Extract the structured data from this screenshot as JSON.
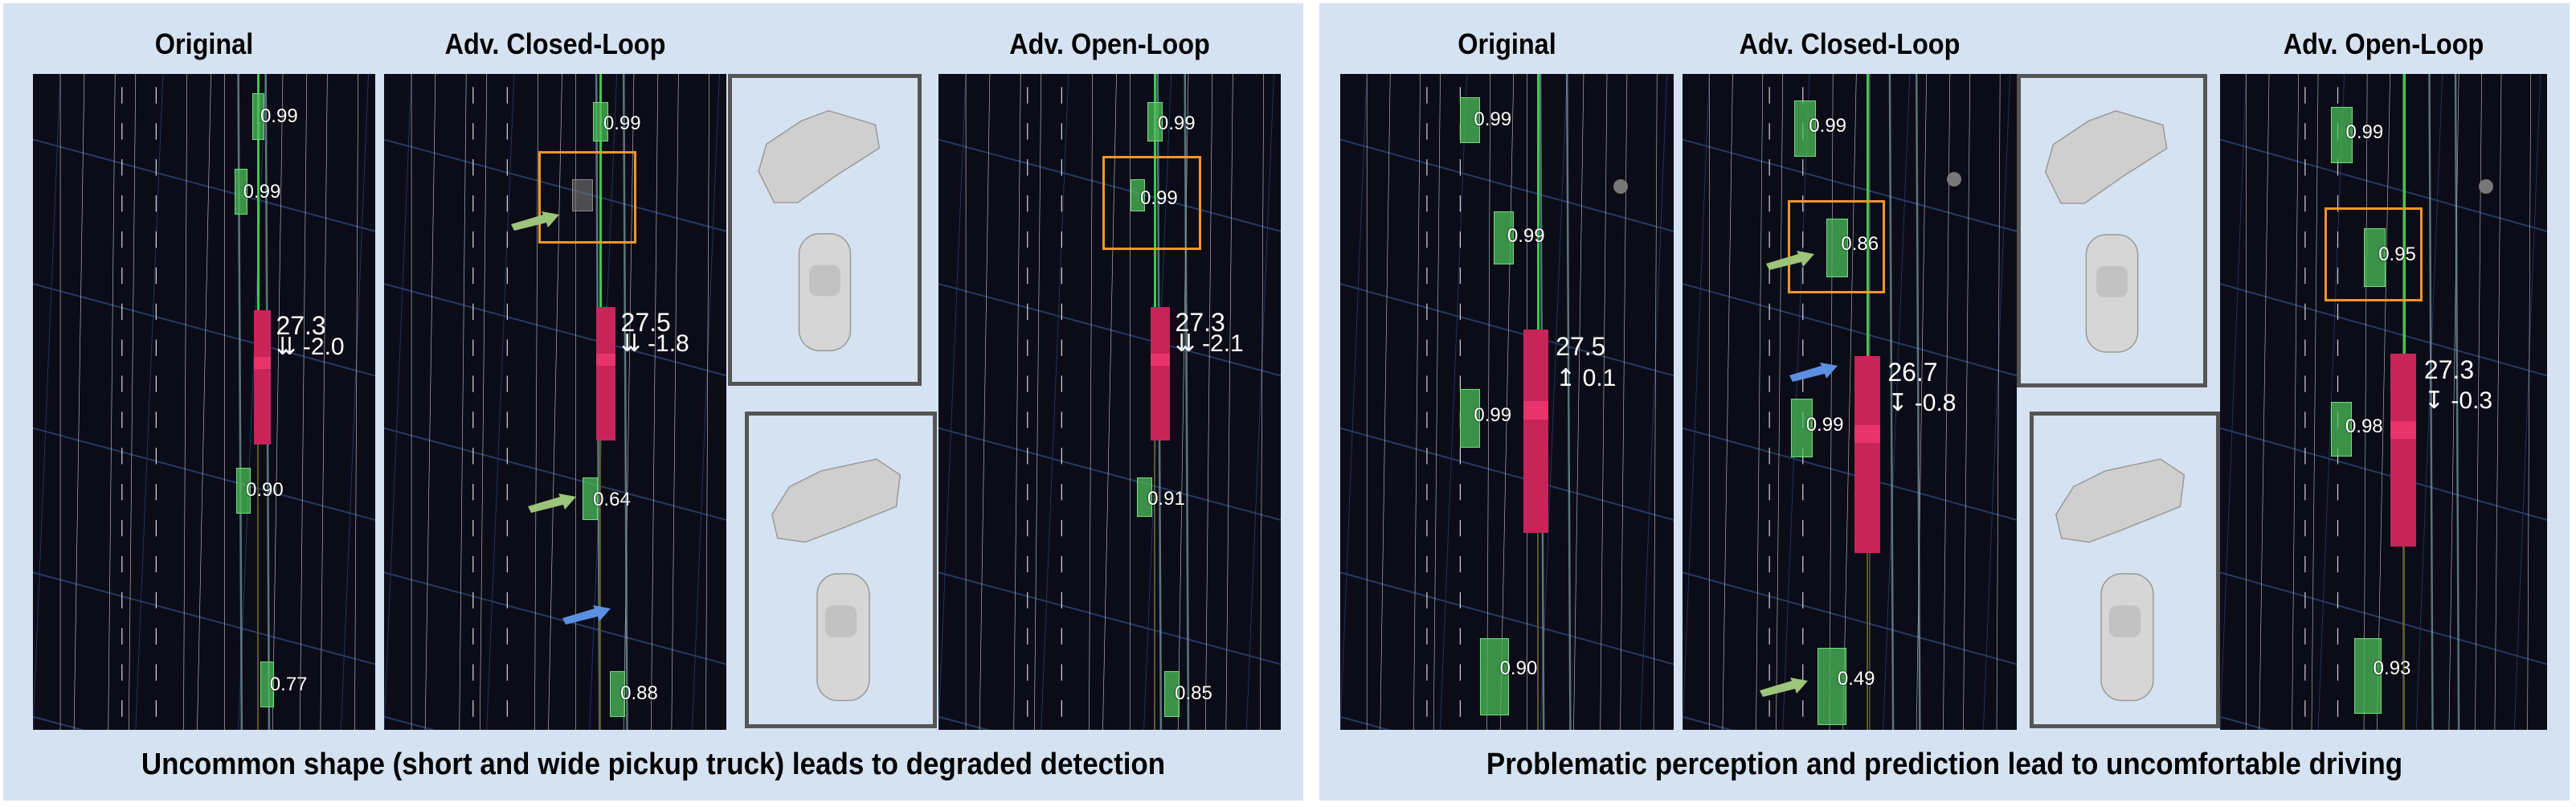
{
  "colors": {
    "panel_bg": "#d5e2f1",
    "scene_bg": "#0c0c18",
    "ego": "#c8245a",
    "detection": "#4cbe5a",
    "roi_box": "#f0962a",
    "green_arrow": "#9cc47a",
    "blue_arrow": "#5b8fe0"
  },
  "panels": [
    {
      "caption": "Uncommon shape (short and wide pickup truck) leads to degraded detection",
      "scenes": [
        {
          "title": "Original",
          "ego": {
            "speed": "27.3",
            "accel": "⇊ -2.0"
          },
          "detections": [
            "0.99",
            "0.99",
            "0.90",
            "0.77"
          ]
        },
        {
          "title": "Adv. Closed-Loop",
          "ego": {
            "speed": "27.5",
            "accel": "⇊ -1.8"
          },
          "detections": [
            "0.99",
            "0.64",
            "0.88"
          ]
        },
        {
          "title": "Adv. Open-Loop",
          "ego": {
            "speed": "27.3",
            "accel": "⇊ -2.1"
          },
          "detections": [
            "0.99",
            "0.99",
            "0.91",
            "0.85"
          ]
        }
      ]
    },
    {
      "caption": "Problematic perception and prediction lead to uncomfortable driving",
      "scenes": [
        {
          "title": "Original",
          "ego": {
            "speed": "27.5",
            "accel": "↥ 0.1"
          },
          "detections": [
            "0.99",
            "0.99",
            "0.99",
            "0.90"
          ]
        },
        {
          "title": "Adv. Closed-Loop",
          "ego": {
            "speed": "26.7",
            "accel": "↧ -0.8"
          },
          "detections": [
            "0.99",
            "0.86",
            "0.99",
            "0.49"
          ]
        },
        {
          "title": "Adv. Open-Loop",
          "ego": {
            "speed": "27.3",
            "accel": "↧ -0.3"
          },
          "detections": [
            "0.99",
            "0.95",
            "0.98",
            "0.93"
          ]
        }
      ]
    }
  ]
}
